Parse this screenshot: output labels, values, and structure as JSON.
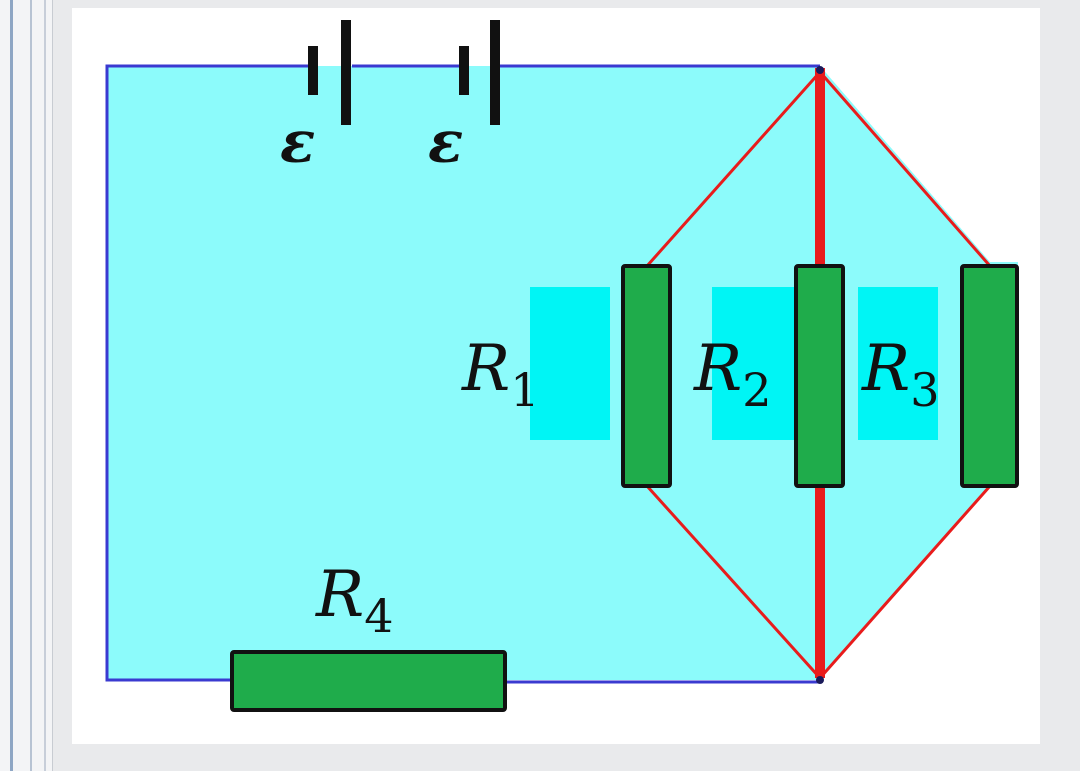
{
  "colors": {
    "fill": "#8cfbfb",
    "label_bg": "#00f5f5",
    "wire_blue": "#3a3ad0",
    "wire_red": "#e81c1c",
    "resistor": "#1fac4b",
    "resistor_border": "#111111"
  },
  "battery": {
    "emf1_symbol": "ε",
    "emf2_symbol": "ε"
  },
  "resistors": {
    "r1": {
      "letter": "R",
      "index": "1"
    },
    "r2": {
      "letter": "R",
      "index": "2"
    },
    "r3": {
      "letter": "R",
      "index": "3"
    },
    "r4": {
      "letter": "R",
      "index": "4"
    }
  }
}
